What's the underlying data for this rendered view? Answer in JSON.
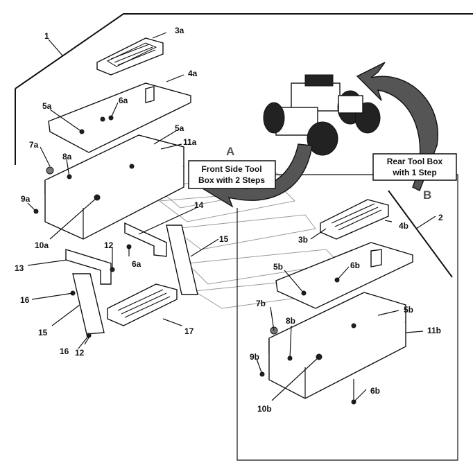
{
  "callouts": {
    "front": {
      "letter": "A",
      "line1": "Front Side Tool",
      "line2": "Box with 2 Steps"
    },
    "rear": {
      "letter": "B",
      "line1": "Rear Tool Box",
      "line2": "with 1 Step"
    }
  },
  "labels": {
    "n1": "1",
    "n2": "2",
    "n3a": "3a",
    "n3b": "3b",
    "n4a": "4a",
    "n4b": "4b",
    "n5a_top": "5a",
    "n5a_right": "5a",
    "n5b_left": "5b",
    "n5b_right": "5b",
    "n6a_top": "6a",
    "n6a_bottom": "6a",
    "n6b_top": "6b",
    "n6b_bottom": "6b",
    "n7a": "7a",
    "n7b": "7b",
    "n8a": "8a",
    "n8b": "8b",
    "n9a": "9a",
    "n9b": "9b",
    "n10a": "10a",
    "n10b": "10b",
    "n11a": "11a",
    "n11b": "11b",
    "n12_top": "12",
    "n12_bottom": "12",
    "n13": "13",
    "n14": "14",
    "n15_right": "15",
    "n15_left": "15",
    "n16_top": "16",
    "n16_bottom": "16",
    "n17": "17"
  }
}
